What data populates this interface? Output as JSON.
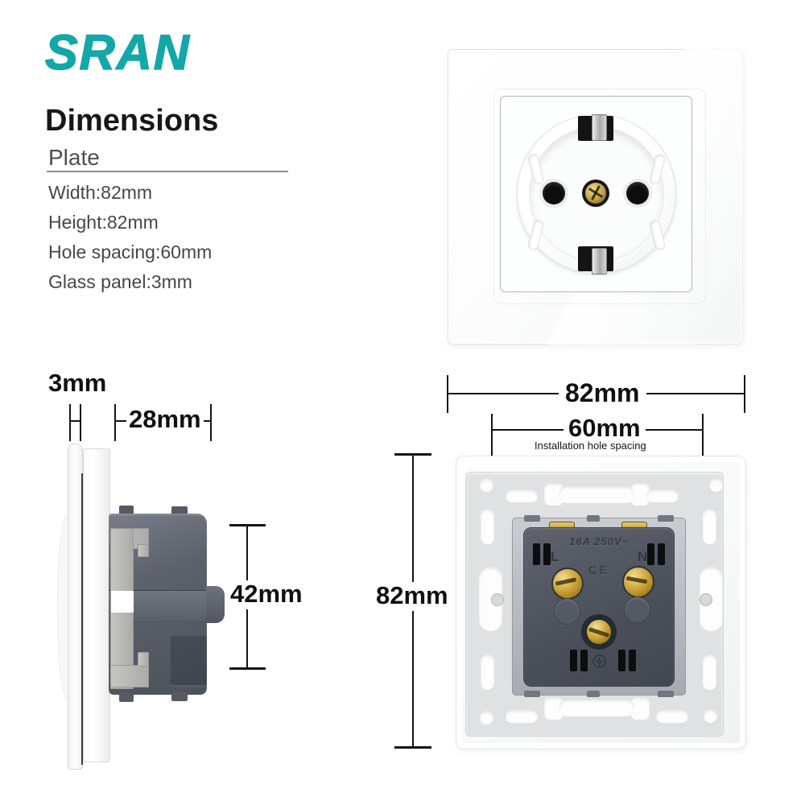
{
  "brand": {
    "logo_text": "SRAN"
  },
  "colors": {
    "brand_teal": "#14a7a8",
    "text_dark": "#181818",
    "text_gray": "#474747",
    "module_slate": "#4c515b",
    "brass": "#c49b2e",
    "metal_gray": "#b7b7b4"
  },
  "info": {
    "title": "Dimensions",
    "subtitle": "Plate",
    "specs": [
      "Width:82mm",
      "Height:82mm",
      "Hole spacing:60mm",
      "Glass panel:3mm"
    ]
  },
  "dims": {
    "side": {
      "glass_thickness": "3mm",
      "depth": "28mm",
      "module_height": "42mm"
    },
    "back": {
      "width": "82mm",
      "height": "82mm",
      "hole_spacing": "60mm",
      "hole_spacing_note": "Installation hole spacing"
    }
  },
  "module": {
    "rating": "16A 250V~",
    "live": "L",
    "neutral": "N",
    "ce_mark": "CE"
  }
}
